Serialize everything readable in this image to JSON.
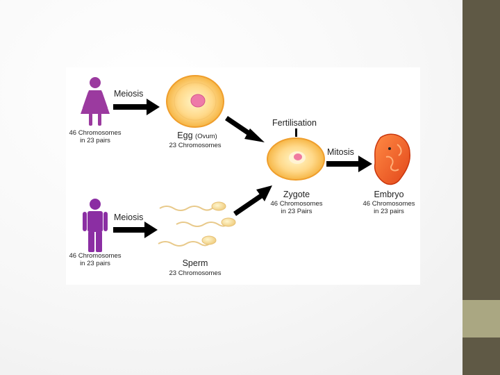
{
  "slide": {
    "colors": {
      "background": "#f7f7f7",
      "sidebar": "#5f5945",
      "sidebar_accent": "#aaa782"
    }
  },
  "diagram": {
    "female": {
      "icon": "female-person-icon",
      "color": "#9b3a9f",
      "line1": "46 Chromosomes",
      "line2": "in 23 pairs"
    },
    "male": {
      "icon": "male-person-icon",
      "color": "#8b2ea3",
      "line1": "46 Chromosomes",
      "line2": "in 23 pairs"
    },
    "meiosis_top": "Meiosis",
    "meiosis_bottom": "Meiosis",
    "egg": {
      "title": "Egg",
      "qualifier": "(Ovum)",
      "detail": "23 Chromosomes"
    },
    "sperm": {
      "title": "Sperm",
      "detail": "23 Chromosomes"
    },
    "fertilisation": "Fertilisation",
    "zygote": {
      "title": "Zygote",
      "line1": "46 Chromosomes",
      "line2": "in 23 Pairs"
    },
    "mitosis": "Mitosis",
    "embryo": {
      "title": "Embryo",
      "line1": "46 Chromosomes",
      "line2": "in 23 pairs"
    }
  }
}
